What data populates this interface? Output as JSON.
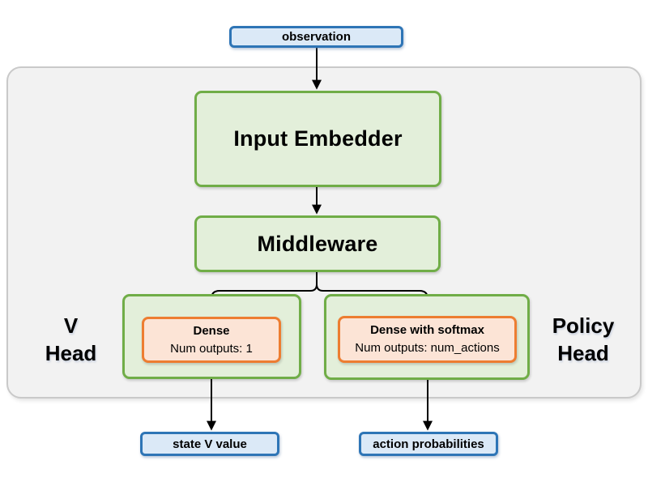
{
  "nodes": {
    "observation": "observation",
    "input_embedder": "Input Embedder",
    "middleware": "Middleware"
  },
  "v_head": {
    "label_line1": "V",
    "label_line2": "Head",
    "dense_title": "Dense",
    "dense_subtitle": "Num outputs: 1",
    "output": "state V value"
  },
  "policy_head": {
    "label_line1": "Policy",
    "label_line2": "Head",
    "dense_title": "Dense with softmax",
    "dense_subtitle": "Num outputs: num_actions",
    "output": "action probabilities"
  },
  "colors": {
    "io_border": "#2e75b6",
    "io_fill": "#dbe9f7",
    "block_border": "#70ad47",
    "block_fill": "#e3efda",
    "dense_border": "#ed7d31",
    "dense_fill": "#fce4d6",
    "panel_fill": "#f2f2f2",
    "panel_border": "#c9c9c9",
    "arrow": "#000000"
  }
}
